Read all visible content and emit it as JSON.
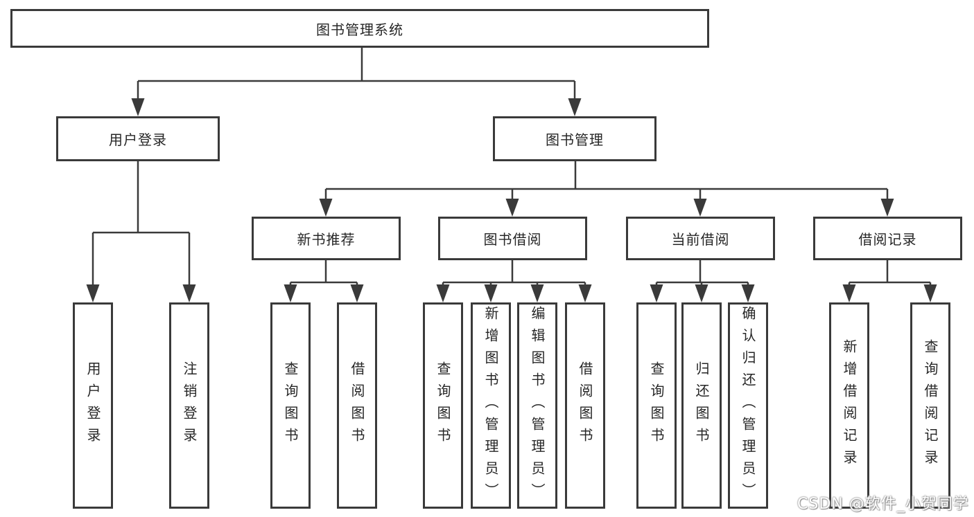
{
  "hierarchy": {
    "label": "图书管理系统",
    "children": [
      {
        "label": "用户登录",
        "children": [
          {
            "label": "用户登录"
          },
          {
            "label": "注销登录"
          }
        ]
      },
      {
        "label": "图书管理",
        "children": [
          {
            "label": "新书推荐",
            "children": [
              {
                "label": "查询图书"
              },
              {
                "label": "借阅图书"
              }
            ]
          },
          {
            "label": "图书借阅",
            "children": [
              {
                "label": "查询图书"
              },
              {
                "label": "新增图书（管理员）"
              },
              {
                "label": "编辑图书（管理员）"
              },
              {
                "label": "借阅图书"
              }
            ]
          },
          {
            "label": "当前借阅",
            "children": [
              {
                "label": "查询图书"
              },
              {
                "label": "归还图书"
              },
              {
                "label": "确认归还（管理员）"
              }
            ]
          },
          {
            "label": "借阅记录",
            "children": [
              {
                "label": "新增借阅记录"
              },
              {
                "label": "查询借阅记录"
              }
            ]
          }
        ]
      }
    ]
  },
  "watermark": "CSDN @软件_小贺同学",
  "colors": {
    "line": "#3a3a3a",
    "text": "#262626",
    "background": "#ffffff",
    "watermark_fill": "#ffffff",
    "watermark_halo": "#8a8a8a"
  }
}
